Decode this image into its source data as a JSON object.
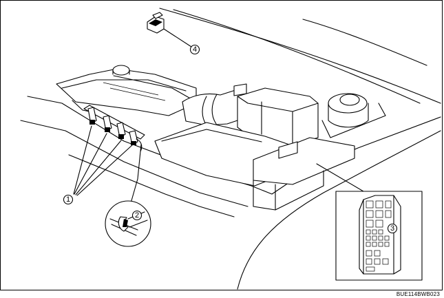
{
  "callouts": {
    "c1": "1",
    "c2": "2",
    "c3": "3",
    "c4": "4"
  },
  "figure_code": "BUE114BWB023",
  "colors": {
    "line": "#000000",
    "background": "#ffffff"
  }
}
